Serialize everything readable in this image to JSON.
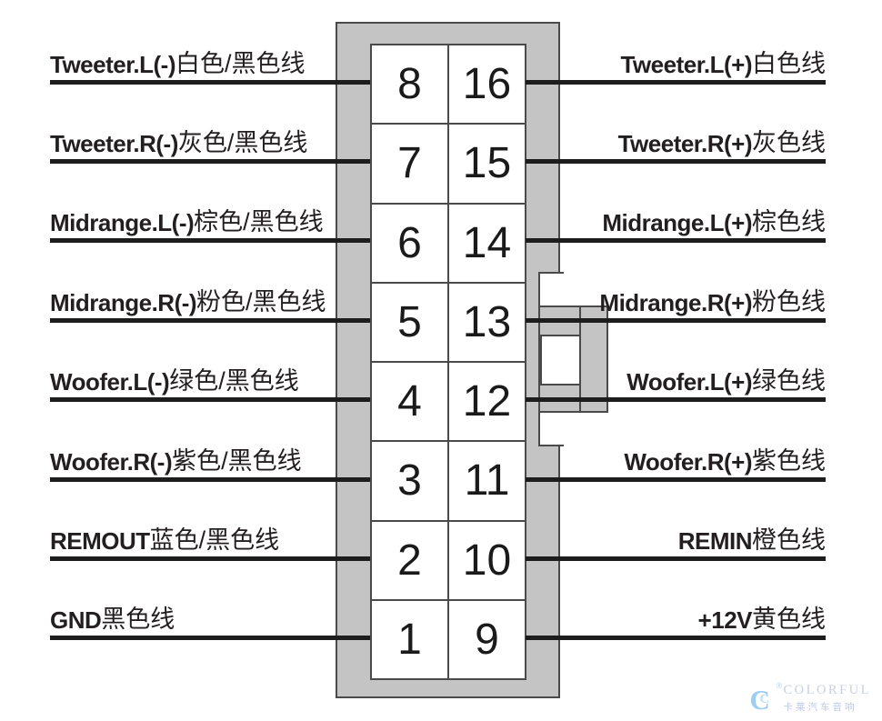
{
  "connector": {
    "cells": [
      "8",
      "16",
      "7",
      "15",
      "6",
      "14",
      "5",
      "13",
      "4",
      "12",
      "3",
      "11",
      "2",
      "10",
      "1",
      "9"
    ],
    "left_column_pins": [
      "8",
      "7",
      "6",
      "5",
      "4",
      "3",
      "2",
      "1"
    ],
    "right_column_pins": [
      "16",
      "15",
      "14",
      "13",
      "12",
      "11",
      "10",
      "9"
    ]
  },
  "rows": [
    {
      "left_en": "Tweeter.L(-)",
      "left_cn": "白色/黑色线",
      "right_en": "Tweeter.L(+)",
      "right_cn": "白色线",
      "left_pin": "8",
      "right_pin": "16"
    },
    {
      "left_en": "Tweeter.R(-)",
      "left_cn": "灰色/黑色线",
      "right_en": "Tweeter.R(+)",
      "right_cn": "灰色线",
      "left_pin": "7",
      "right_pin": "15"
    },
    {
      "left_en": "Midrange.L(-)",
      "left_cn": "棕色/黑色线",
      "right_en": "Midrange.L(+)",
      "right_cn": "棕色线",
      "left_pin": "6",
      "right_pin": "14"
    },
    {
      "left_en": "Midrange.R(-)",
      "left_cn": "粉色/黑色线",
      "right_en": "Midrange.R(+)",
      "right_cn": "粉色线",
      "left_pin": "5",
      "right_pin": "13"
    },
    {
      "left_en": "Woofer.L(-)",
      "left_cn": "绿色/黑色线",
      "right_en": "Woofer.L(+)",
      "right_cn": "绿色线",
      "left_pin": "4",
      "right_pin": "12"
    },
    {
      "left_en": "Woofer.R(-)",
      "left_cn": "紫色/黑色线",
      "right_en": "Woofer.R(+)",
      "right_cn": "紫色线",
      "left_pin": "3",
      "right_pin": "11"
    },
    {
      "left_en": "REMOUT",
      "left_cn": "蓝色/黑色线",
      "right_en": "REMIN",
      "right_cn": "橙色线",
      "left_pin": "2",
      "right_pin": "10"
    },
    {
      "left_en": "GND",
      "left_cn": "黑色线",
      "right_en": "+12V",
      "right_cn": "黄色线",
      "left_pin": "1",
      "right_pin": "9"
    }
  ],
  "watermark": {
    "logo_letter": "C",
    "logo_letter_inner": "C",
    "registered": "®",
    "brand": "COLORFUL",
    "brand_zh": "卡莱汽车音响"
  },
  "colors": {
    "shell_gray": "#c4c4c4",
    "outline_dark": "#4a4a4a",
    "wire_black": "#1d1d1d",
    "text_black": "#231f20",
    "watermark_blue": "#9fcdf0",
    "watermark_lavender": "#c9cee9"
  }
}
